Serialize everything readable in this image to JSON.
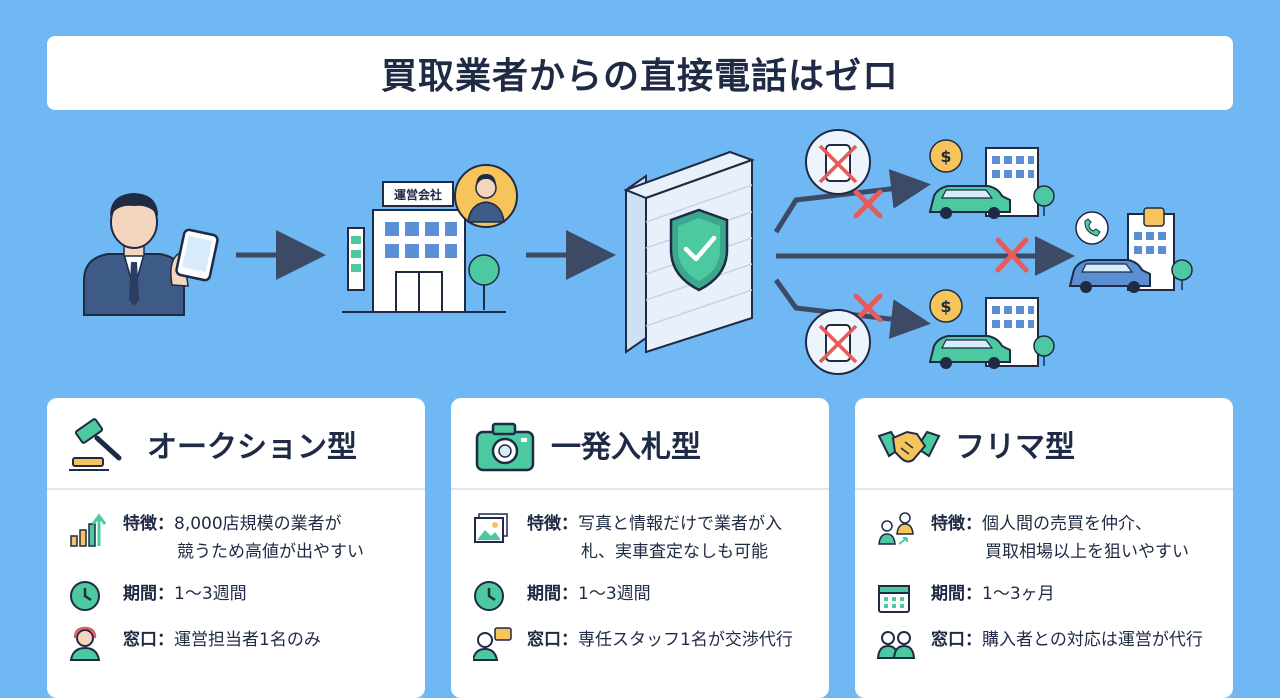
{
  "title": "買取業者からの直接電話はゼロ",
  "diagram": {
    "company_sign": "運営会社"
  },
  "cards": [
    {
      "title": "オークション型",
      "icon": "gavel-icon",
      "feature_label": "特徴：",
      "feature_line1": "8,000店規模の業者が",
      "feature_line2": "競うため高値が出やすい",
      "period_label": "期間：",
      "period_value": "1〜3週間",
      "contact_label": "窓口：",
      "contact_value": "運営担当者1名のみ"
    },
    {
      "title": "一発入札型",
      "icon": "camera-icon",
      "feature_label": "特徴：",
      "feature_line1": "写真と情報だけで業者が入",
      "feature_line2": "札、実車査定なしも可能",
      "period_label": "期間：",
      "period_value": "1〜3週間",
      "contact_label": "窓口：",
      "contact_value": "専任スタッフ1名が交渉代行"
    },
    {
      "title": "フリマ型",
      "icon": "handshake-icon",
      "feature_label": "特徴：",
      "feature_line1": "個人間の売買を仲介、",
      "feature_line2": "買取相場以上を狙いやすい",
      "period_label": "期間：",
      "period_value": "1〜3ヶ月",
      "contact_label": "窓口：",
      "contact_value": "購入者との対応は運営が代行"
    }
  ],
  "colors": {
    "background": "#6fb8f3",
    "accent_green": "#4cc9a0",
    "dark_navy": "#1f2a44",
    "cross_red": "#e85b5b",
    "arrow": "#3d4a66"
  }
}
